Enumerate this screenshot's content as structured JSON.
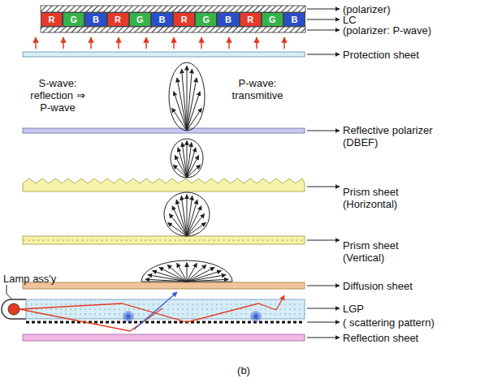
{
  "diagram": {
    "caption": "(b)",
    "nodes": [
      {
        "text": [
          "R"
        ]
      },
      {
        "text": [
          "G"
        ]
      },
      {
        "text": [
          "B"
        ]
      },
      {
        "text": [
          "R"
        ]
      },
      {
        "text": [
          "G"
        ]
      },
      {
        "text": [
          "B"
        ]
      },
      {
        "text": [
          "R"
        ]
      },
      {
        "text": [
          "G"
        ]
      },
      {
        "text": [
          "B"
        ]
      },
      {
        "text": [
          "R"
        ]
      },
      {
        "text": [
          "G"
        ]
      },
      {
        "text": [
          "B"
        ]
      }
    ],
    "labels": [
      "(polarizer)",
      "LC",
      "(polarizer: P-wave)",
      "Protection sheet",
      "S-wave: reflection ⇒ P-wave",
      "P-wave: transmitive",
      "Reflective polarizer (DBEF)",
      "Prism sheet (Horizontal)",
      "Prism sheet (Vertical)",
      "Diffusion sheet",
      "Lamp ass'y",
      "LGP",
      "( scattering pattern)",
      "Reflection sheet"
    ]
  }
}
